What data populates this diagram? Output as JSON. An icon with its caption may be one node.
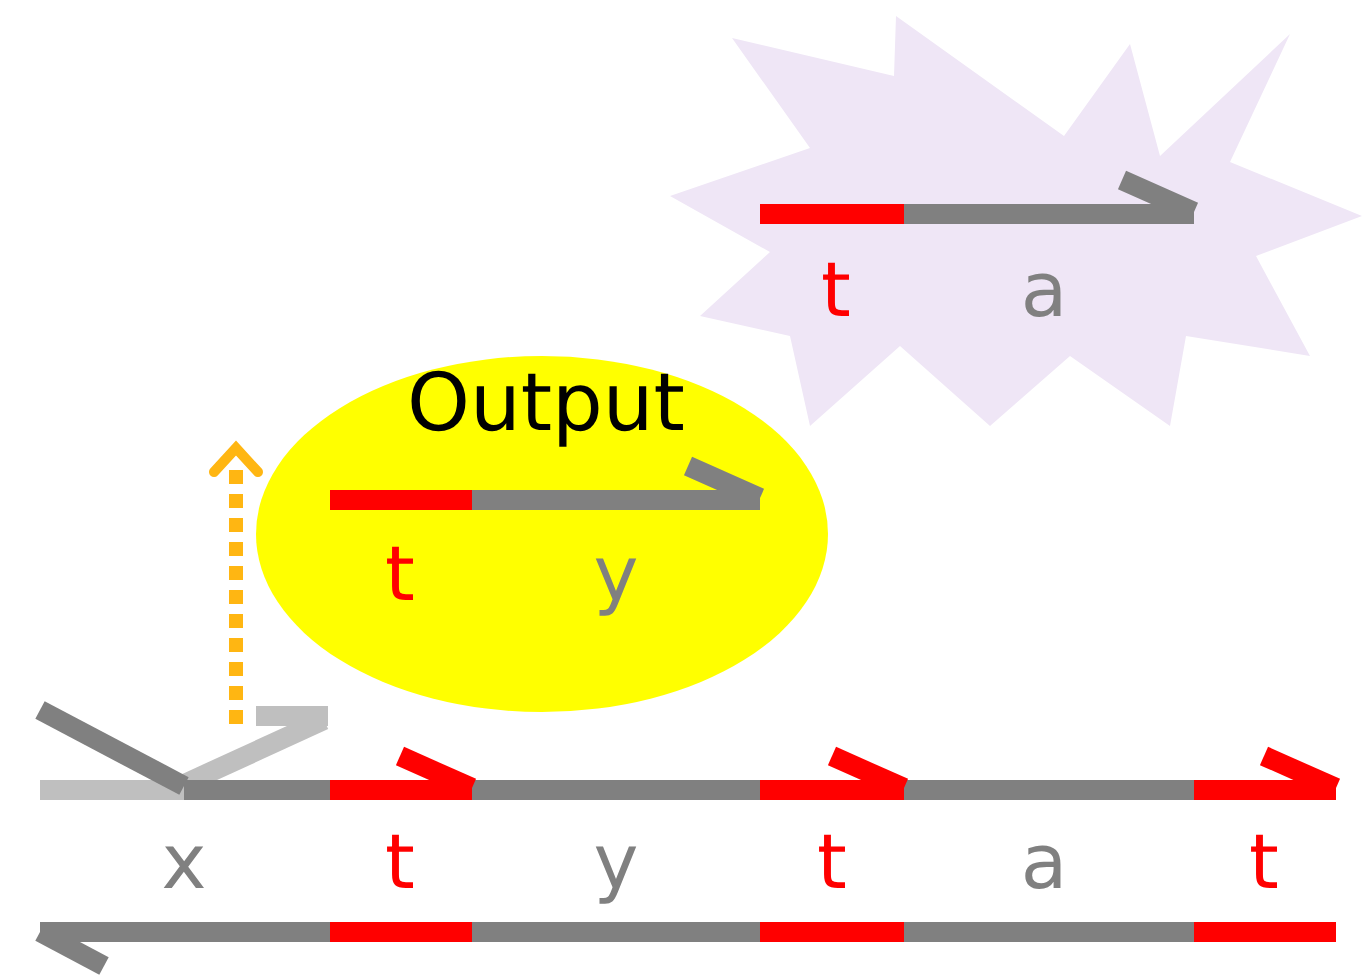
{
  "diagram": {
    "nodes": [
      {
        "text": [
          "Output",
          "t",
          "y"
        ]
      },
      {
        "text": [
          "t",
          "a"
        ]
      }
    ],
    "labels": [
      "x",
      "t",
      "y",
      "t",
      "a",
      "t"
    ]
  }
}
